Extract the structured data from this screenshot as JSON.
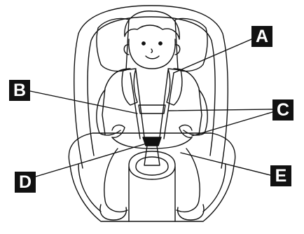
{
  "callouts": {
    "a": "A",
    "b": "B",
    "c": "C",
    "d": "D",
    "e": "E"
  },
  "colors": {
    "line": "#111111",
    "fill": "#ffffff",
    "label_bg": "#111111",
    "label_text": "#ffffff"
  }
}
